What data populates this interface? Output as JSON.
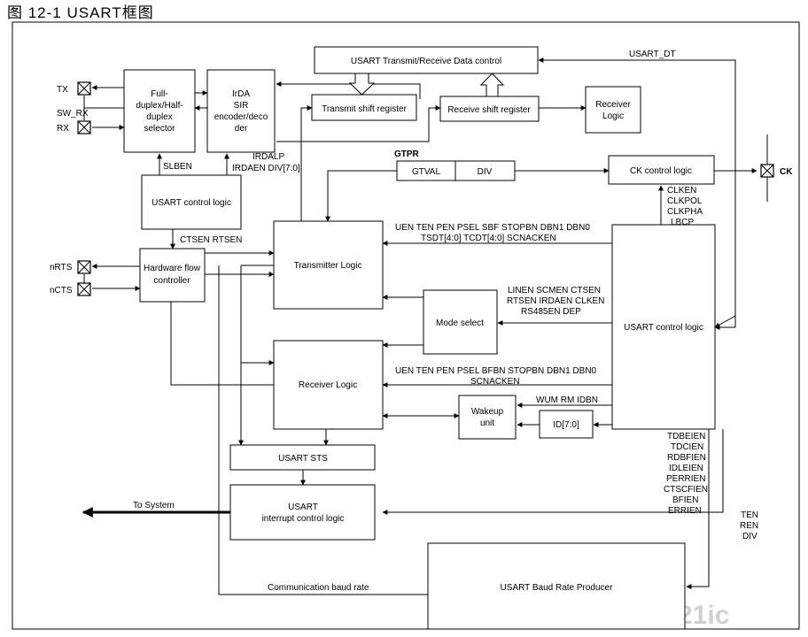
{
  "caption": "图  12-1 USART框图",
  "pins": {
    "tx": "TX",
    "sw_rx": "SW_RX",
    "rx": "RX",
    "nrts": "nRTS",
    "ncts": "nCTS",
    "ck": "CK"
  },
  "blocks": {
    "selector": [
      "Full-",
      "duplex/Half-",
      "duplex",
      "selector"
    ],
    "irda": [
      "IrDA",
      "SIR",
      "encoder/deco",
      "der"
    ],
    "data_control": "USART Transmit/Receive Data control",
    "tx_shift": "Transmit shift register",
    "rx_shift": "Receive shift register",
    "receiver_logic": [
      "Receiver",
      "Logic"
    ],
    "gtval": "GTVAL",
    "div": "DIV",
    "ck_control": "CK  control logic",
    "control_logic_left": "USART control logic",
    "hw_flow": [
      "Hardware flow",
      "controller"
    ],
    "transmitter": "Transmitter Logic",
    "mode_select": "Mode select",
    "control_logic_right": "USART control logic",
    "receiver": "Receiver Logic",
    "wakeup": [
      "Wakeup",
      "unit"
    ],
    "id": "ID[7:0]",
    "sts": "USART STS",
    "interrupt": [
      "USART",
      "interrupt control logic"
    ],
    "baud": "USART Baud Rate Producer"
  },
  "labels": {
    "usart_dt": "USART_DT",
    "gtpr": "GTPR",
    "slben": "SLBEN",
    "irdalp": "IRDALP",
    "irdaen": "IRDAEN DIV[7:0]",
    "ctsen": "CTSEN RTSEN",
    "ck_bits": [
      "CLKEN",
      "CLKPOL",
      "CLKPHA",
      "LBCP"
    ],
    "tx_bits": [
      "UEN TEN PEN PSEL SBF STOPBN DBN1 DBN0",
      "TSDT[4:0] TCDT[4:0] SCNACKEN"
    ],
    "mode_bits": [
      "LINEN SCMEN CTSEN",
      "RTSEN IRDAEN CLKEN",
      "RS485EN DEP"
    ],
    "rx_bits": [
      "UEN TEN PEN PSEL BFBN STOPBN  DBN1 DBN0",
      "SCNACKEN"
    ],
    "wum": "WUM RM IDBN",
    "int_bits": [
      "TDBEIEN",
      "TDCIEN",
      "RDBFIEN",
      "IDLEIEN",
      "PERRIEN",
      "CTSCFIEN",
      "BFIEN",
      "ERRIEN"
    ],
    "ten_ren_div": [
      "TEN",
      "REN",
      "DIV"
    ],
    "to_system": "To System",
    "comm_baud": "Communication baud rate"
  },
  "watermark": "21ic"
}
